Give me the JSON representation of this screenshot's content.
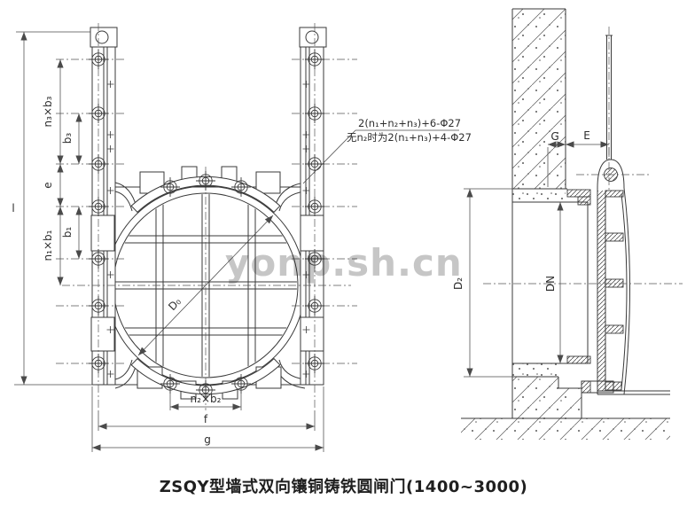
{
  "caption": "ZSQY型墙式双向镶铜铸铁圆闸门(1400~3000)",
  "watermark": "yonp.sh.cn",
  "note": {
    "line1": "2(n₁+n₂+n₃)+6-Φ27",
    "line2": "无n₂时为2(n₁+n₃)+4-Φ27"
  },
  "front_view": {
    "dims": {
      "l": "l",
      "n3b3": "n₃×b₃",
      "b3": "b₃",
      "e": "e",
      "n1b1": "n₁×b₁",
      "b1": "b₁",
      "d0": "D₀",
      "n2b2": "n₂×b₂",
      "f": "f",
      "g": "g"
    }
  },
  "side_view": {
    "dims": {
      "g_dim": "G",
      "e_dim": "E",
      "d2": "D₂",
      "dn": "DN"
    }
  },
  "colors": {
    "line": "#3a3a3a",
    "dim": "#4a4a4a",
    "watermark": "#c6c6c6"
  }
}
